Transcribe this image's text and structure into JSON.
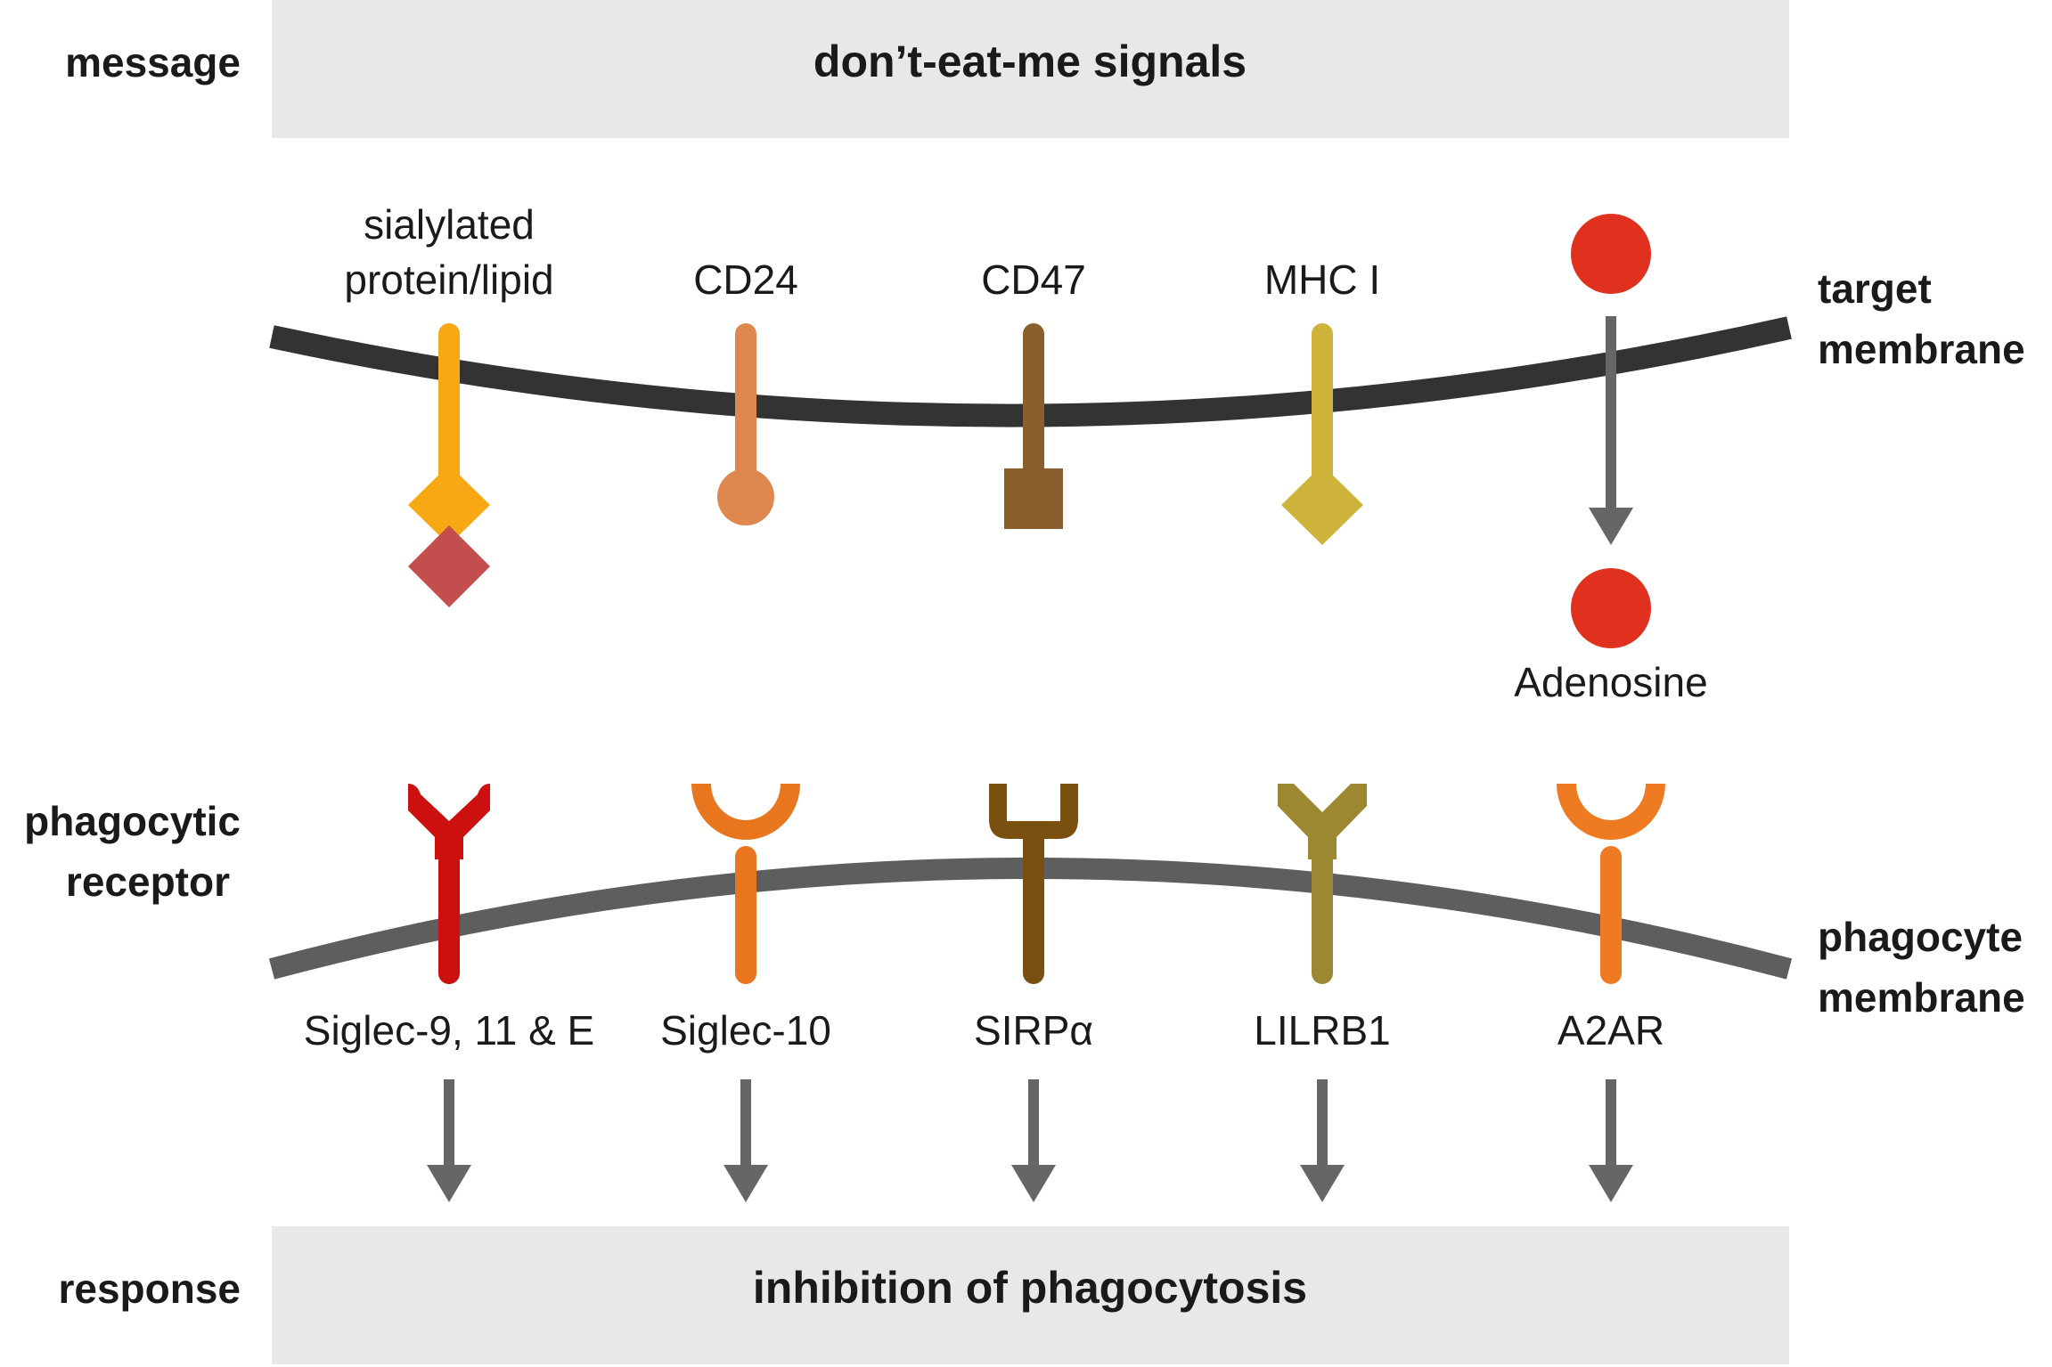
{
  "left_labels": {
    "message": "message",
    "phagocytic_receptor_line1": "phagocytic",
    "phagocytic_receptor_line2": "receptor",
    "response": "response"
  },
  "right_labels": {
    "target_line1": "target",
    "target_line2": "membrane",
    "phagocyte_line1": "phagocyte",
    "phagocyte_line2": "membrane"
  },
  "banners": {
    "top": "don’t-eat-me signals",
    "bottom": "inhibition of phagocytosis"
  },
  "signals": [
    {
      "label_line1": "sialylated",
      "label_line2": "protein/lipid",
      "color": "#F7A814",
      "tip_color": "#C44D4D"
    },
    {
      "label_line1": "",
      "label_line2": "CD24",
      "color": "#DE8850"
    },
    {
      "label_line1": "",
      "label_line2": "CD47",
      "color": "#8A5E2D"
    },
    {
      "label_line1": "",
      "label_line2": "MHC I",
      "color": "#CFB43C"
    }
  ],
  "adenosine": {
    "label": "Adenosine",
    "color": "#E0301E"
  },
  "receptors": [
    {
      "label": "Siglec-9, 11 & E",
      "color": "#CC1010"
    },
    {
      "label": "Siglec-10",
      "color": "#E8761E"
    },
    {
      "label": "SIRPα",
      "color": "#7A5010"
    },
    {
      "label": "LILRB1",
      "color": "#9C8830"
    },
    {
      "label": "A2AR",
      "color": "#EE7A22"
    }
  ],
  "colors": {
    "banner_bg": "#E8E8E8",
    "target_membrane": "#333333",
    "phagocyte_membrane": "#5E5E5E",
    "arrow": "#666666"
  }
}
